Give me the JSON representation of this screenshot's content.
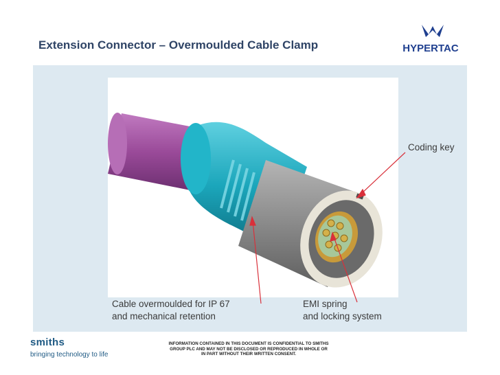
{
  "slide": {
    "title": "Extension Connector – Overmoulded Cable Clamp",
    "brand_logo": "HYPERTAC",
    "labels": {
      "coding_key": "Coding key",
      "cable_line1": "Cable overmoulded for IP 67",
      "cable_line2": "and mechanical retention",
      "emi_line1": "EMI spring",
      "emi_line2": "and locking system"
    },
    "footer": {
      "company": "smiths",
      "tagline": "bringing technology to life",
      "disclaimer_line1": "INFORMATION CONTAINED IN THIS DOCUMENT IS CONFIDENTIAL TO SMITHS",
      "disclaimer_line2": "GROUP PLC AND MAY NOT BE DISCLOSED OR REPRODUCED IN WHOLE OR",
      "disclaimer_line3": "IN PART WITHOUT THEIR WRITTEN CONSENT."
    }
  },
  "colors": {
    "title": "#2f4466",
    "panel": "#dde9f1",
    "arrow": "#d9303a",
    "cable": "#9a4a99",
    "connector_body": "#1bb3c8",
    "shell": "#8e8e8e",
    "brand": "#1f3f8f"
  }
}
